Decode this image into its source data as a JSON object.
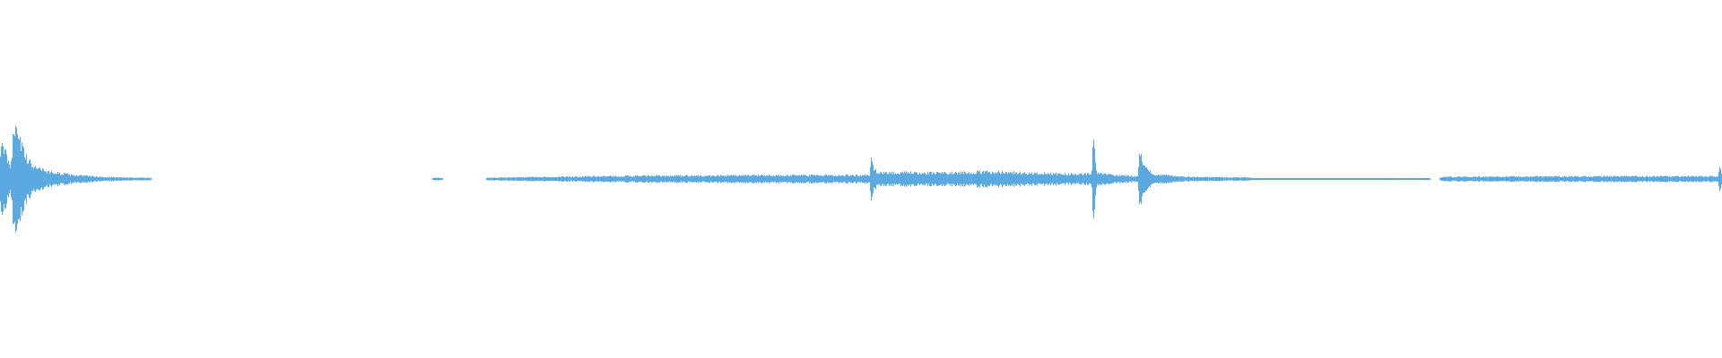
{
  "waveform": {
    "color": "#5aa9e0",
    "background": "#ffffff",
    "normalized_peak_envelope": [
      [
        0.0,
        0.22
      ],
      [
        0.003,
        0.18
      ],
      [
        0.006,
        0.1
      ],
      [
        0.009,
        0.46
      ],
      [
        0.011,
        0.3
      ],
      [
        0.014,
        0.16
      ],
      [
        0.018,
        0.1
      ],
      [
        0.022,
        0.08
      ],
      [
        0.028,
        0.05
      ],
      [
        0.034,
        0.04
      ],
      [
        0.04,
        0.03
      ],
      [
        0.046,
        0.025
      ],
      [
        0.052,
        0.02
      ],
      [
        0.058,
        0.015
      ],
      [
        0.066,
        0.012
      ],
      [
        0.075,
        0.01
      ],
      [
        0.087,
        0.008
      ],
      [
        0.088,
        0.0
      ],
      [
        0.251,
        0.0
      ],
      [
        0.252,
        0.008
      ],
      [
        0.256,
        0.008
      ],
      [
        0.257,
        0.0
      ],
      [
        0.282,
        0.0
      ],
      [
        0.283,
        0.008
      ],
      [
        0.3,
        0.012
      ],
      [
        0.33,
        0.016
      ],
      [
        0.36,
        0.02
      ],
      [
        0.39,
        0.022
      ],
      [
        0.42,
        0.024
      ],
      [
        0.45,
        0.026
      ],
      [
        0.48,
        0.026
      ],
      [
        0.505,
        0.026
      ],
      [
        0.506,
        0.13
      ],
      [
        0.508,
        0.06
      ],
      [
        0.512,
        0.045
      ],
      [
        0.54,
        0.042
      ],
      [
        0.56,
        0.045
      ],
      [
        0.58,
        0.05
      ],
      [
        0.6,
        0.04
      ],
      [
        0.62,
        0.035
      ],
      [
        0.634,
        0.035
      ],
      [
        0.635,
        0.25
      ],
      [
        0.637,
        0.04
      ],
      [
        0.65,
        0.025
      ],
      [
        0.661,
        0.02
      ],
      [
        0.662,
        0.22
      ],
      [
        0.665,
        0.08
      ],
      [
        0.67,
        0.03
      ],
      [
        0.69,
        0.015
      ],
      [
        0.71,
        0.012
      ],
      [
        0.727,
        0.01
      ],
      [
        0.728,
        0.0
      ],
      [
        0.73,
        0.006
      ],
      [
        0.732,
        0.0
      ],
      [
        0.745,
        0.006
      ],
      [
        0.747,
        0.0
      ],
      [
        0.755,
        0.006
      ],
      [
        0.757,
        0.0
      ],
      [
        0.81,
        0.006
      ],
      [
        0.812,
        0.0
      ],
      [
        0.829,
        0.006
      ],
      [
        0.831,
        0.0
      ],
      [
        0.836,
        0.0
      ],
      [
        0.837,
        0.014
      ],
      [
        0.87,
        0.016
      ],
      [
        0.9,
        0.018
      ],
      [
        0.93,
        0.018
      ],
      [
        0.96,
        0.018
      ],
      [
        0.998,
        0.018
      ],
      [
        0.999,
        0.1
      ],
      [
        1.0,
        0.05
      ]
    ]
  }
}
